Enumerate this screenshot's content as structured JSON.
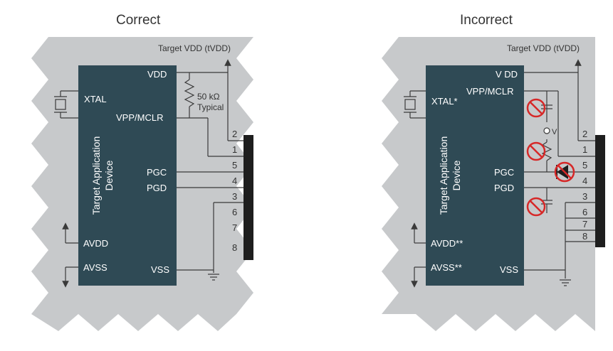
{
  "panels": {
    "correct": {
      "title": "Correct",
      "target_vdd": "Target VDD (tVDD)",
      "device": [
        "Target Application",
        "Device"
      ],
      "pins": {
        "vdd": "VDD",
        "xtal": "XTAL",
        "vpp": "VPP/MCLR",
        "pgc": "PGC",
        "pgd": "PGD",
        "avdd": "AVDD",
        "avss": "AVSS",
        "vss": "VSS"
      },
      "resistor": [
        "50 kΩ",
        "Typical"
      ],
      "connector_pins": [
        "2",
        "1",
        "5",
        "4",
        "3",
        "6",
        "7",
        "8"
      ]
    },
    "incorrect": {
      "title": "Incorrect",
      "target_vdd": "Target VDD (tVDD)",
      "device": [
        "Target Application",
        "Device"
      ],
      "pins": {
        "vdd": "V DD",
        "xtal": "XTAL*",
        "vpp": "VPP/MCLR",
        "pgc": "PGC",
        "pgd": "PGD",
        "avdd": "AVDD**",
        "avss": "AVSS**",
        "vss": "VSS"
      },
      "node_label": "V",
      "connector_pins": [
        "2",
        "1",
        "5",
        "4",
        "3",
        "6",
        "7",
        "8"
      ]
    }
  },
  "colors": {
    "board": "#c7c9cb",
    "chip": "#2f4a55",
    "wire": "#3a3a3a",
    "connector": "#1e1e1e",
    "forbid": "#d62828"
  }
}
